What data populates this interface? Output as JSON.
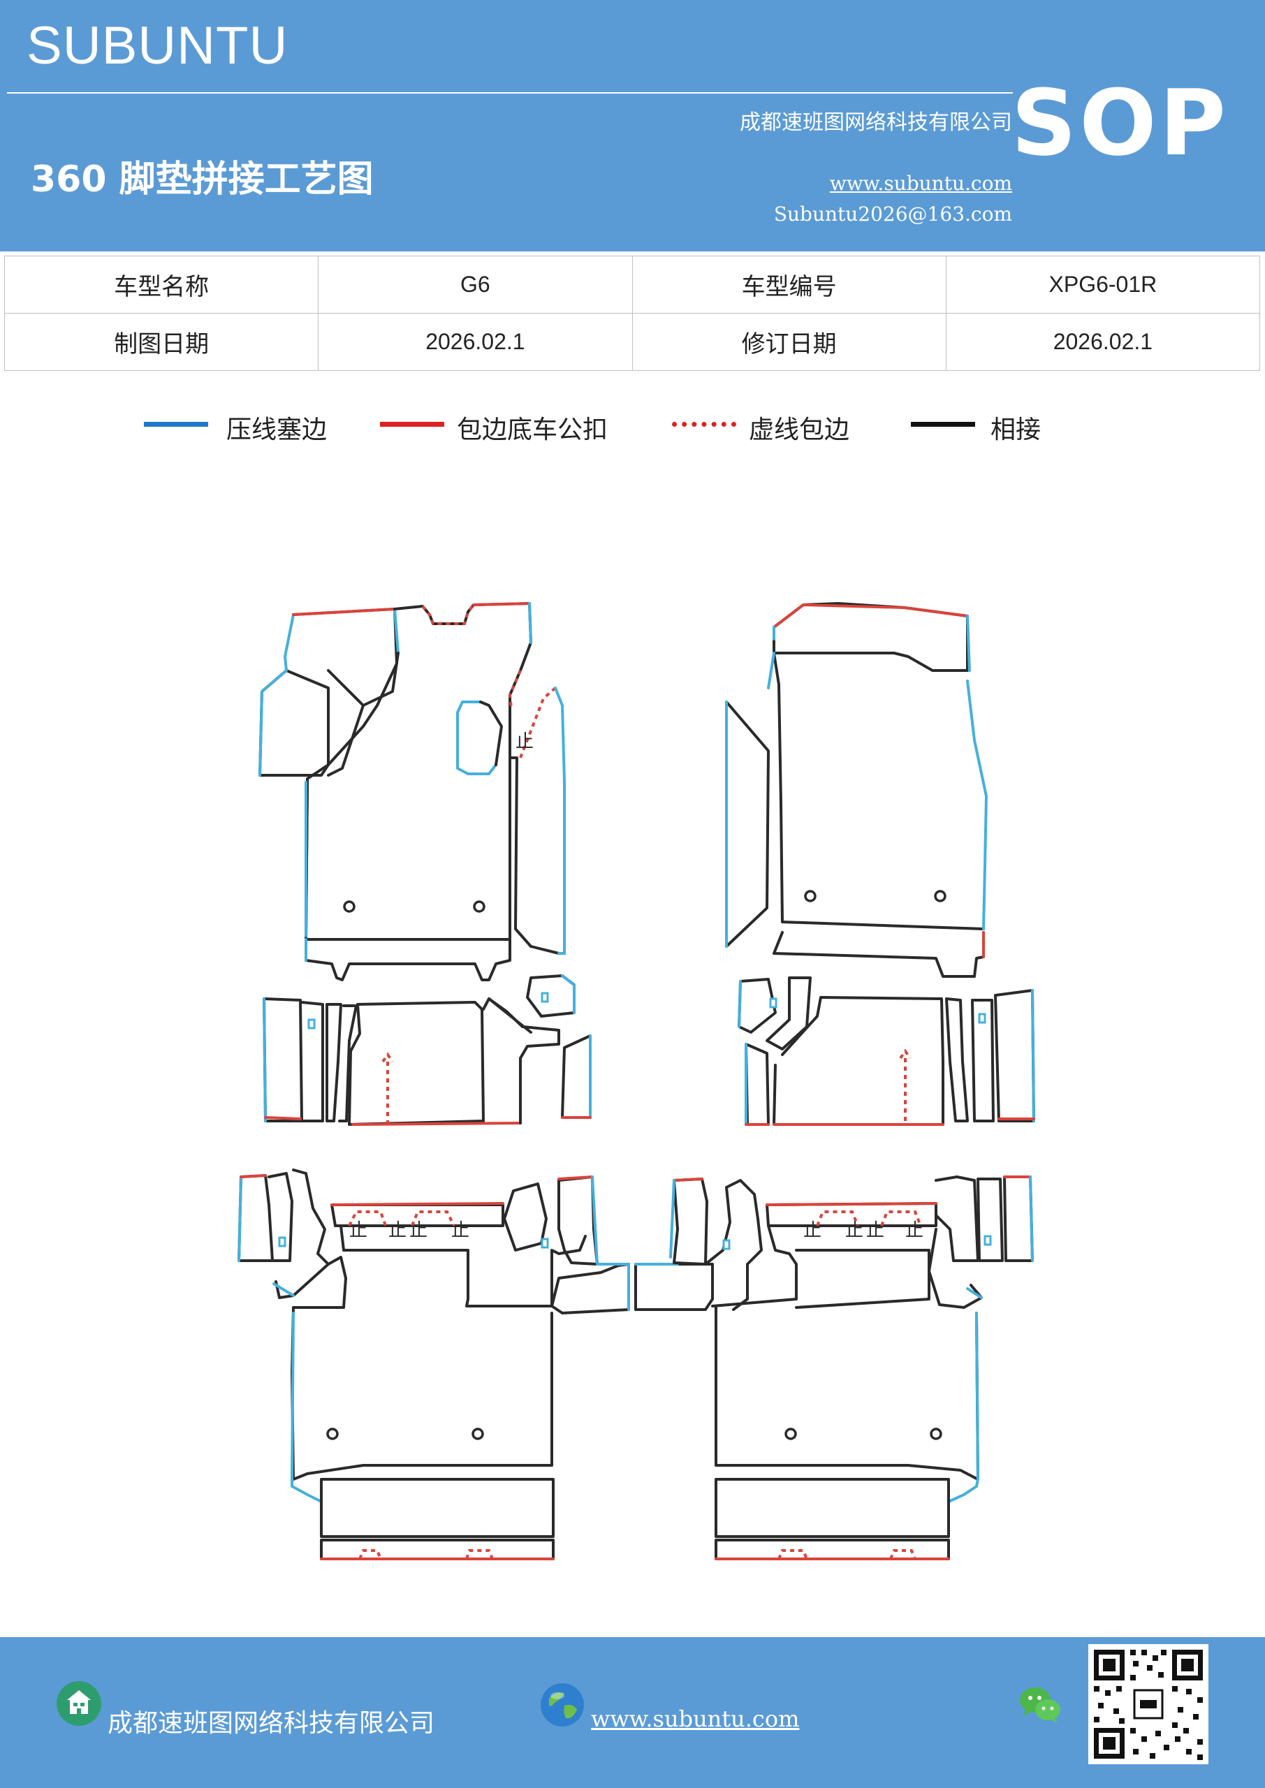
{
  "header": {
    "brand": "SUBUNTU",
    "company": "成都速班图网络科技有限公司",
    "badge": "SOP",
    "title": "360 脚垫拼接工艺图",
    "website": "www.subuntu.com",
    "email": "Subuntu2026@163.com"
  },
  "info": {
    "model_name_label": "车型名称",
    "model_name_value": "G6",
    "model_code_label": "车型编号",
    "model_code_value": "XPG6-01R",
    "draw_date_label": "制图日期",
    "draw_date_value": "2026.02.1",
    "revise_date_label": "修订日期",
    "revise_date_value": "2026.02.1"
  },
  "legend": [
    {
      "label": "压线塞边",
      "color": "#1f78c8",
      "style": "solid"
    },
    {
      "label": "包边底车公扣",
      "color": "#e02020",
      "style": "solid"
    },
    {
      "label": "虚线包边",
      "color": "#e02020",
      "style": "dotted"
    },
    {
      "label": "相接",
      "color": "#111111",
      "style": "solid"
    }
  ],
  "colors": {
    "header_bg": "#5b9bd5",
    "blue_edge": "#45b0dc",
    "red_edge": "#d9443c",
    "seam": "#2a2a2a"
  },
  "drawing": {
    "marker_text": "止"
  },
  "footer": {
    "company": "成都速班图网络科技有限公司",
    "website": "www.subuntu.com",
    "icons": [
      "building-icon",
      "globe-icon",
      "wechat-icon",
      "qr-code"
    ]
  }
}
